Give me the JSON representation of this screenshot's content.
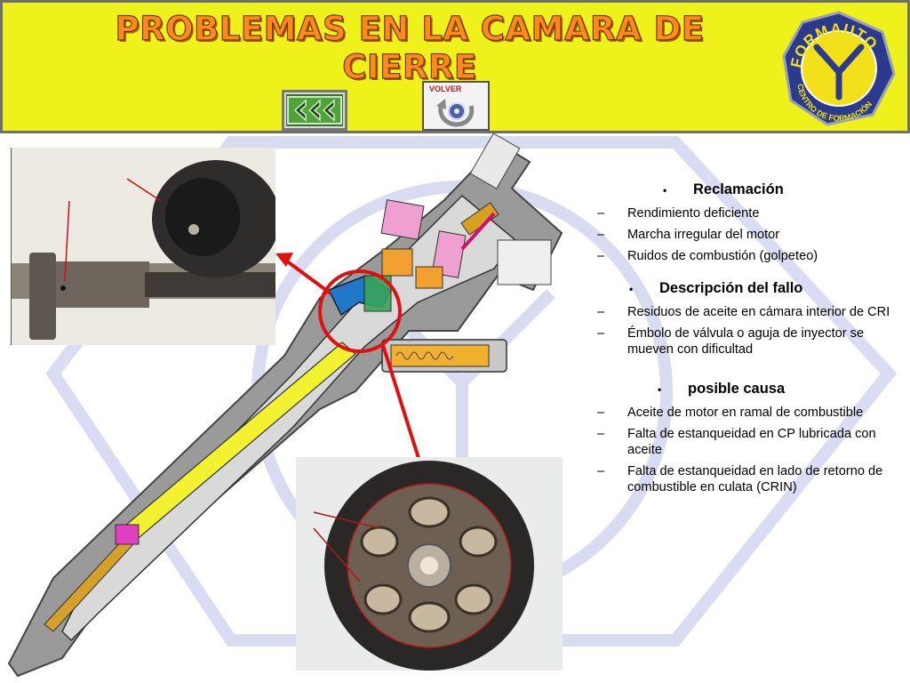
{
  "header": {
    "title": "PROBLEMAS EN LA CAMARA DE CIERRE",
    "back_button_icon": "triple-left-arrow-icon",
    "volver_label": "VOLVER",
    "volver_icon": "return-disc-icon"
  },
  "logo": {
    "text_top": "FORMAUTO",
    "text_bottom": "CENTRO DE FORMACIÓN"
  },
  "panel": {
    "sections": [
      {
        "heading": "Reclamación",
        "items": [
          "Rendimiento deficiente",
          "Marcha irregular del motor",
          "Ruidos de combustión (golpeteo)"
        ]
      },
      {
        "heading": "Descripción del fallo",
        "items": [
          "Residuos de aceite en cámara interior de CRI",
          "Émbolo de válvula o aguja de inyector se mueven con dificultad"
        ]
      },
      {
        "heading": "posible causa",
        "items": [
          "Aceite de motor en ramal de combustible",
          "Falta de estanqueidad en CP lubricada con aceite",
          "Falta de estanqueidad en lado de retorno de combustible en culata (CRIN)"
        ]
      }
    ]
  },
  "colors": {
    "header_bg": "#eef21a",
    "title": "#ff8a1a",
    "highlight_red": "#e01010",
    "logo_blue": "#2b3a8c",
    "logo_yellow": "#f2e11a"
  }
}
